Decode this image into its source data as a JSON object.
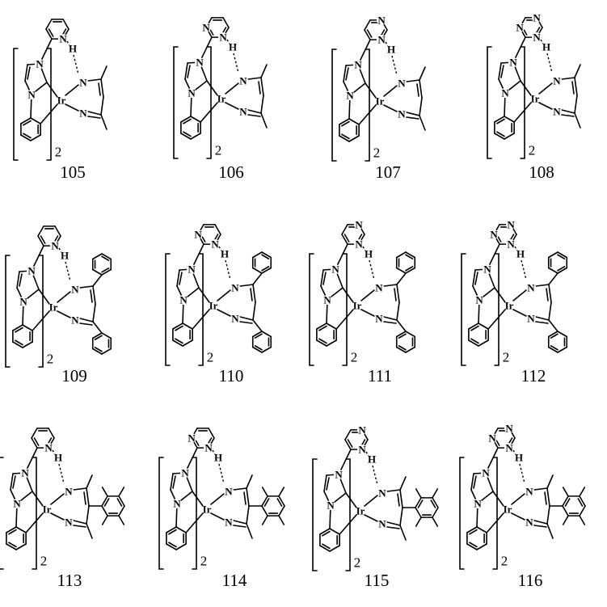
{
  "atoms": {
    "metal": "Ir",
    "nitrogen": "N",
    "hydrogen": "H",
    "multiplier": "2"
  },
  "compounds": [
    {
      "label": "105",
      "pendant_ring": "pyridin-2-yl",
      "substituent": "methyl"
    },
    {
      "label": "106",
      "pendant_ring": "pyrimidin-2-yl",
      "substituent": "methyl"
    },
    {
      "label": "107",
      "pendant_ring": "pyrimidin-4-yl",
      "substituent": "methyl"
    },
    {
      "label": "108",
      "pendant_ring": "triazin-2-yl",
      "substituent": "methyl"
    },
    {
      "label": "109",
      "pendant_ring": "pyridin-2-yl",
      "substituent": "phenyl"
    },
    {
      "label": "110",
      "pendant_ring": "pyrimidin-2-yl",
      "substituent": "phenyl"
    },
    {
      "label": "111",
      "pendant_ring": "pyrimidin-4-yl",
      "substituent": "phenyl"
    },
    {
      "label": "112",
      "pendant_ring": "triazin-2-yl",
      "substituent": "phenyl"
    },
    {
      "label": "113",
      "pendant_ring": "pyridin-2-yl",
      "substituent": "tetramethylphenyl"
    },
    {
      "label": "114",
      "pendant_ring": "pyrimidin-2-yl",
      "substituent": "tetramethylphenyl"
    },
    {
      "label": "115",
      "pendant_ring": "pyrimidin-4-yl",
      "substituent": "tetramethylphenyl"
    },
    {
      "label": "116",
      "pendant_ring": "triazin-2-yl",
      "substituent": "tetramethylphenyl"
    }
  ]
}
